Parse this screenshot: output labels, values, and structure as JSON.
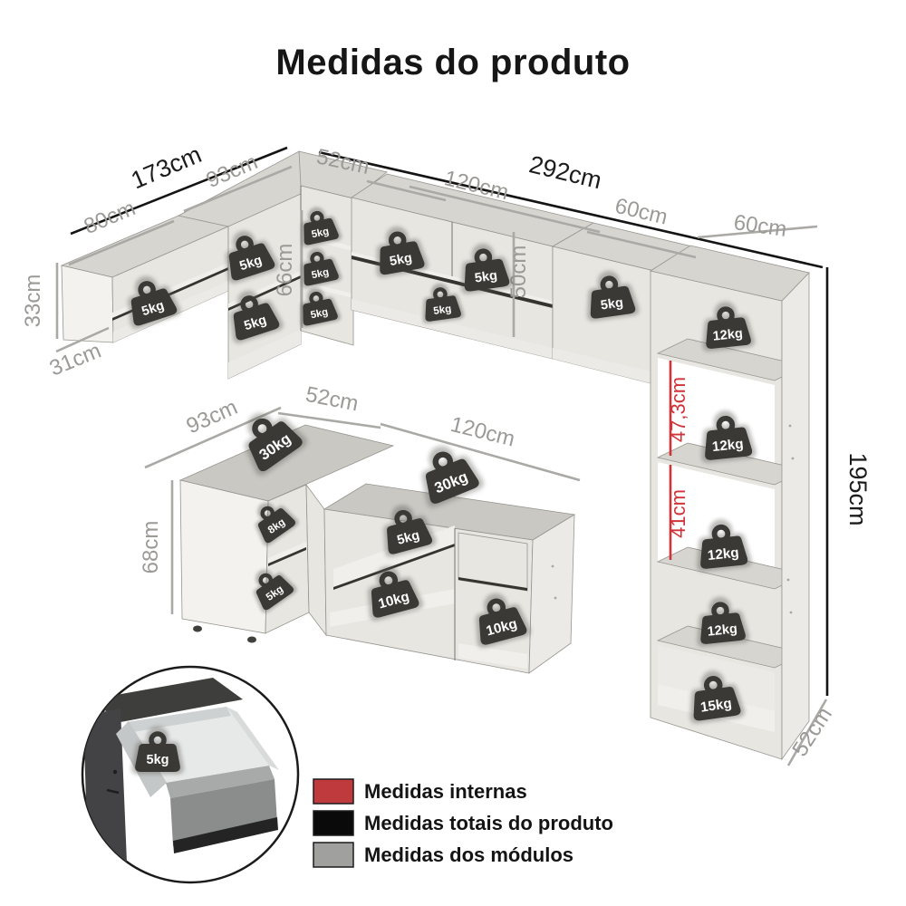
{
  "title": "Medidas do produto",
  "colors": {
    "internal": "#d03338",
    "total": "#141414",
    "module": "#9b9a97"
  },
  "measurements": [
    {
      "text": "173cm",
      "type": "total"
    },
    {
      "text": "292cm",
      "type": "total"
    },
    {
      "text": "195cm",
      "type": "total"
    },
    {
      "text": "93cm",
      "type": "module"
    },
    {
      "text": "80cm",
      "type": "module"
    },
    {
      "text": "52cm",
      "type": "module"
    },
    {
      "text": "120cm",
      "type": "module"
    },
    {
      "text": "60cm",
      "type": "module"
    },
    {
      "text": "60cm",
      "type": "module"
    },
    {
      "text": "33cm",
      "type": "module"
    },
    {
      "text": "31cm",
      "type": "module"
    },
    {
      "text": "66cm",
      "type": "module"
    },
    {
      "text": "50cm",
      "type": "module"
    },
    {
      "text": "93cm",
      "type": "module"
    },
    {
      "text": "52cm",
      "type": "module"
    },
    {
      "text": "120cm",
      "type": "module"
    },
    {
      "text": "68cm",
      "type": "module"
    },
    {
      "text": "52cm",
      "type": "module"
    },
    {
      "text": "47,3cm",
      "type": "internal"
    },
    {
      "text": "41cm",
      "type": "internal"
    }
  ],
  "weights": [
    {
      "label": "5kg"
    },
    {
      "label": "5kg"
    },
    {
      "label": "5kg"
    },
    {
      "label": "5kg"
    },
    {
      "label": "5kg"
    },
    {
      "label": "5kg"
    },
    {
      "label": "5kg"
    },
    {
      "label": "5kg"
    },
    {
      "label": "5kg"
    },
    {
      "label": "5kg"
    },
    {
      "label": "12kg"
    },
    {
      "label": "12kg"
    },
    {
      "label": "12kg"
    },
    {
      "label": "12kg"
    },
    {
      "label": "15kg"
    },
    {
      "label": "30kg"
    },
    {
      "label": "8kg"
    },
    {
      "label": "5kg"
    },
    {
      "label": "30kg"
    },
    {
      "label": "5kg"
    },
    {
      "label": "10kg"
    },
    {
      "label": "10kg"
    },
    {
      "label": "5kg"
    }
  ],
  "legend": {
    "items": [
      {
        "label": "Medidas internas",
        "color": "#bf3a3d"
      },
      {
        "label": "Medidas totais do produto",
        "color": "#0a0a0a"
      },
      {
        "label": "Medidas dos módulos",
        "color": "#a0a09e"
      }
    ]
  }
}
